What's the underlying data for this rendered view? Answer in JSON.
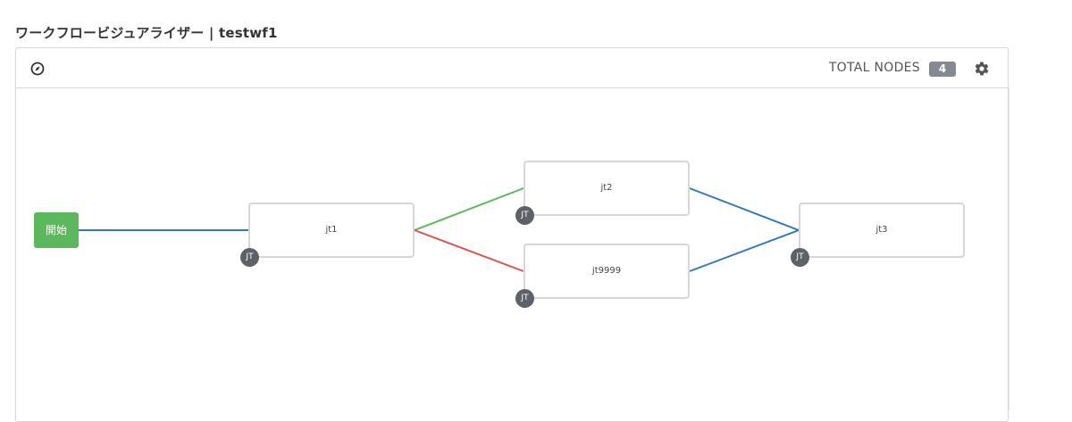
{
  "header": {
    "title": "ワークフロービジュアライザー | testwf1"
  },
  "toolbar": {
    "total_nodes_label": "TOTAL NODES",
    "total_nodes_count": "4",
    "compass_icon": "compass-icon",
    "settings_icon": "gear-icon"
  },
  "graph": {
    "start_label": "開始",
    "nodes": [
      {
        "label": "jt1",
        "type": "JT"
      },
      {
        "label": "jt2",
        "type": "JT"
      },
      {
        "label": "jt9999",
        "type": "JT"
      },
      {
        "label": "jt3",
        "type": "JT"
      }
    ],
    "edges": [
      {
        "from": "開始",
        "to": "jt1",
        "kind": "always"
      },
      {
        "from": "jt1",
        "to": "jt2",
        "kind": "success"
      },
      {
        "from": "jt1",
        "to": "jt9999",
        "kind": "failure"
      },
      {
        "from": "jt2",
        "to": "jt3",
        "kind": "always"
      },
      {
        "from": "jt9999",
        "to": "jt3",
        "kind": "always"
      }
    ]
  },
  "colors": {
    "start_node": "#5cb85c",
    "edge_always": "#337ab7",
    "edge_success": "#5cb85c",
    "edge_failure": "#d9534f",
    "badge": "#5d6168",
    "total_badge": "#848992",
    "node_border": "#d7d7d7"
  }
}
